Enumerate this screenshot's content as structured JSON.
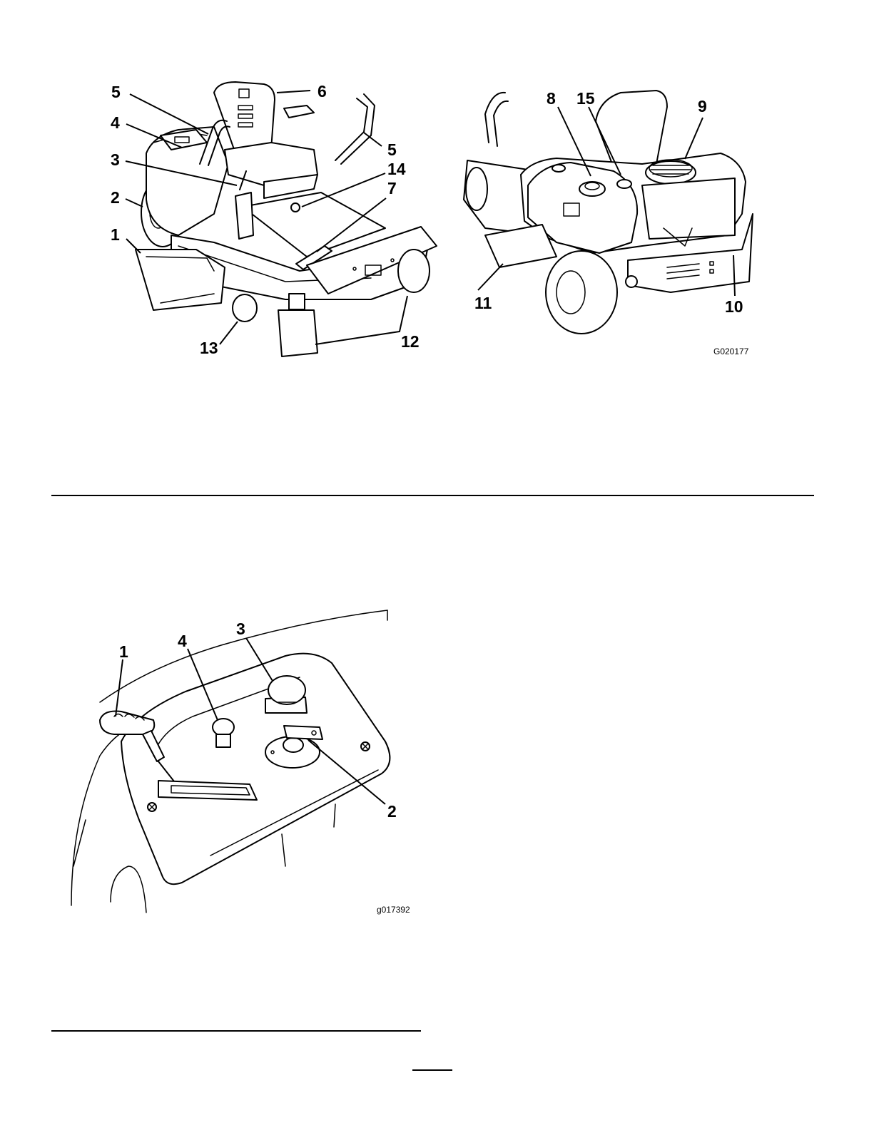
{
  "figure1": {
    "id": "G020177",
    "callouts": [
      "1",
      "2",
      "3",
      "4",
      "5",
      "5",
      "6",
      "7",
      "8",
      "9",
      "10",
      "11",
      "12",
      "13",
      "14",
      "15"
    ]
  },
  "figure2": {
    "id": "g017392",
    "callouts": [
      "1",
      "2",
      "3",
      "4"
    ]
  },
  "colors": {
    "ink": "#000000",
    "paper": "#ffffff"
  }
}
